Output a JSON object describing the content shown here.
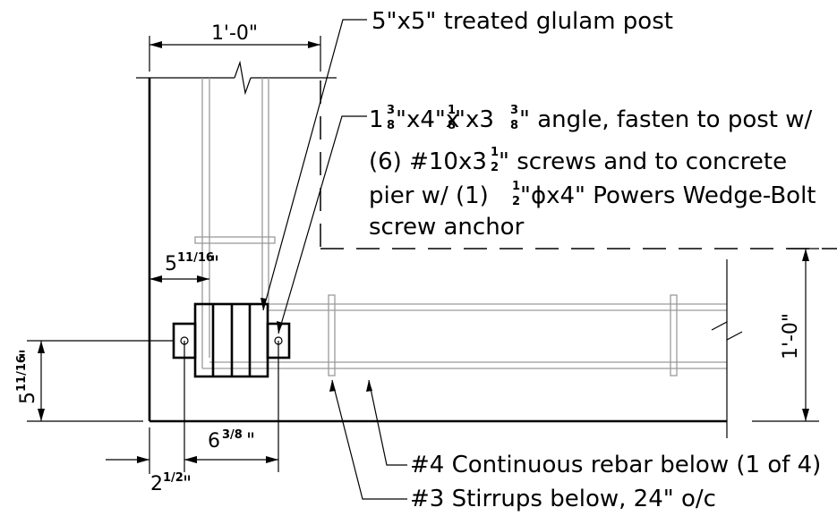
{
  "labels": {
    "post": "5\"x5\" treated glulam post",
    "angle_line1_a": "1 ",
    "angle_line1_b": "\"x4\"x",
    "angle_line1_c": "\"x3 ",
    "angle_line1_d": "\" angle, fasten to post w/",
    "angle_line2_a": "(6) #10x3",
    "angle_line2_b": "\" screws and to concrete",
    "angle_line3_a": "pier w/ (1) ",
    "angle_line3_b": "\"ϕx4\" Powers Wedge-Bolt",
    "angle_line4": "screw anchor",
    "rebar": "#4 Continuous rebar below (1 of 4)",
    "stirrups": "#3 Stirrups below, 24\" o/c"
  },
  "fractions": {
    "three_eighths_num": "3",
    "three_eighths_den": "8",
    "one_eighth_num": "1",
    "one_eighth_den": "8",
    "one_half_num": "1",
    "one_half_den": "2"
  },
  "dimensions": {
    "top_width": "1'-0\"",
    "right_height": "1'-0\"",
    "post_offset_whole": "5",
    "post_offset_frac": "11/16",
    "post_offset_inch": "\"",
    "left_height_whole": "5",
    "left_height_frac": "11/16",
    "left_height_inch": "\"",
    "bottom_width_whole": "6",
    "bottom_width_frac": "3/8",
    "bottom_width_inch": "\"",
    "small_whole": "2",
    "small_frac": "1/2",
    "small_inch": "\""
  }
}
